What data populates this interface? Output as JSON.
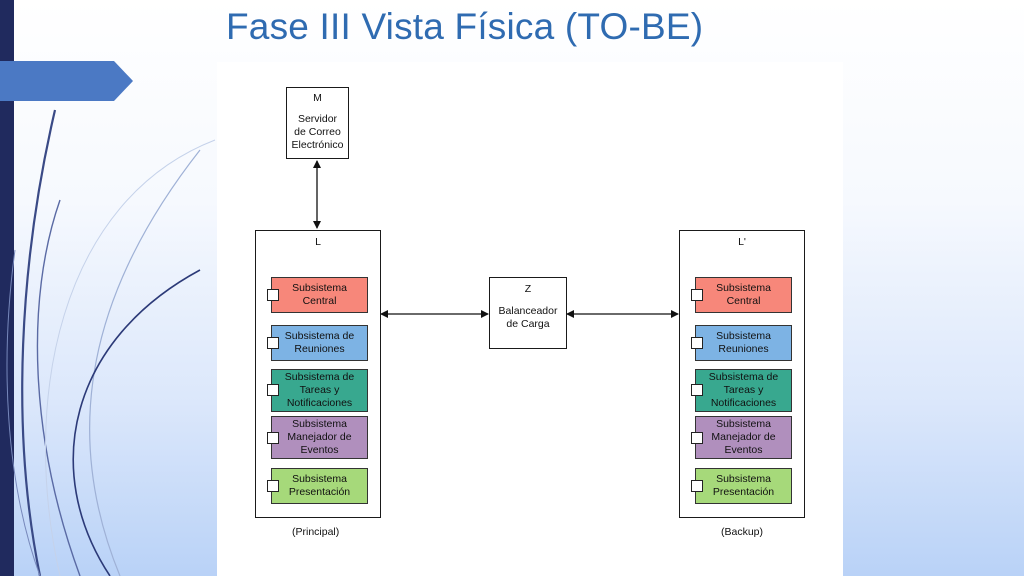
{
  "title": "Fase III Vista Física (TO-BE)",
  "colors": {
    "title": "#2f6bb1",
    "sidebar": "#202a5e",
    "accent_tab": "#4b79c4",
    "subsystem_central": "#f7877a",
    "subsystem_reuniones": "#7db3e4",
    "subsystem_tareas": "#38a88f",
    "subsystem_eventos": "#b08fbd",
    "subsystem_presentacion": "#a6d97a"
  },
  "mail_server": {
    "id": "M",
    "label": "Servidor\nde Correo\nElectrónico"
  },
  "load_balancer": {
    "id": "Z",
    "label": "Balanceador\nde Carga"
  },
  "servers": [
    {
      "id": "L",
      "caption": "(Principal)",
      "subsystems": [
        {
          "label": "Subsistema\nCentral",
          "color_key": "subsystem_central"
        },
        {
          "label": "Subsistema de\nReuniones",
          "color_key": "subsystem_reuniones"
        },
        {
          "label": "Subsistema de\nTareas y\nNotificaciones",
          "color_key": "subsystem_tareas"
        },
        {
          "label": "Subsistema\nManejador de\nEventos",
          "color_key": "subsystem_eventos"
        },
        {
          "label": "Subsistema\nPresentación",
          "color_key": "subsystem_presentacion"
        }
      ]
    },
    {
      "id": "L'",
      "caption": "(Backup)",
      "subsystems": [
        {
          "label": "Subsistema\nCentral",
          "color_key": "subsystem_central"
        },
        {
          "label": "Subsistema\nReuniones",
          "color_key": "subsystem_reuniones"
        },
        {
          "label": "Subsistema de\nTareas y\nNotificaciones",
          "color_key": "subsystem_tareas"
        },
        {
          "label": "Subsistema\nManejador de\nEventos",
          "color_key": "subsystem_eventos"
        },
        {
          "label": "Subsistema\nPresentación",
          "color_key": "subsystem_presentacion"
        }
      ]
    }
  ]
}
